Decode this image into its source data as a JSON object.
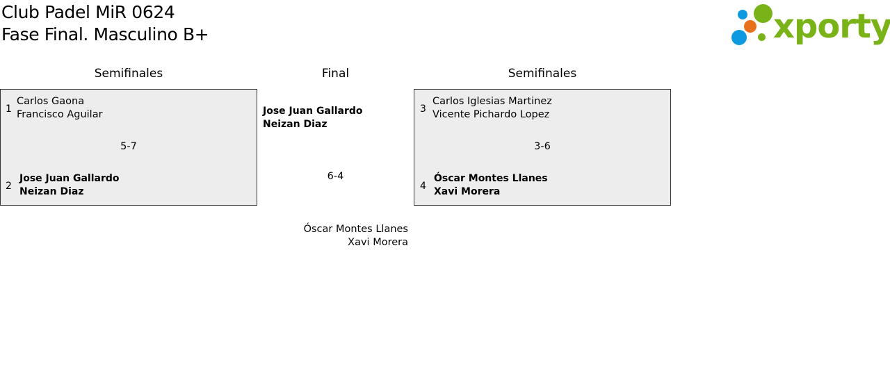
{
  "header": {
    "title": "Club Padel MiR 0624",
    "subtitle": "Fase Final. Masculino B+"
  },
  "logo": {
    "text": "xporty",
    "colors": {
      "green": "#7ab317",
      "blue": "#0e9ae0",
      "orange": "#e8721b"
    }
  },
  "columns": {
    "left": "Semifinales",
    "final": "Final",
    "right": "Semifinales"
  },
  "semifinal_left": {
    "team_a": {
      "seed": "1",
      "player1": "Carlos Gaona",
      "player2": "Francisco Aguilar"
    },
    "score": "5-7",
    "team_b": {
      "seed": "2",
      "player1": "Jose Juan Gallardo",
      "player2": "Neizan Diaz"
    }
  },
  "semifinal_right": {
    "team_a": {
      "seed": "3",
      "player1": "Carlos Iglesias Martinez",
      "player2": "Vicente Pichardo Lopez"
    },
    "score": "3-6",
    "team_b": {
      "seed": "4",
      "player1": "Óscar Montes Llanes",
      "player2": "Xavi Morera"
    }
  },
  "final": {
    "team_top": {
      "player1": "Jose Juan Gallardo",
      "player2": "Neizan Diaz"
    },
    "score": "6-4",
    "team_bottom": {
      "player1": "Óscar Montes Llanes",
      "player2": "Xavi Morera"
    }
  }
}
